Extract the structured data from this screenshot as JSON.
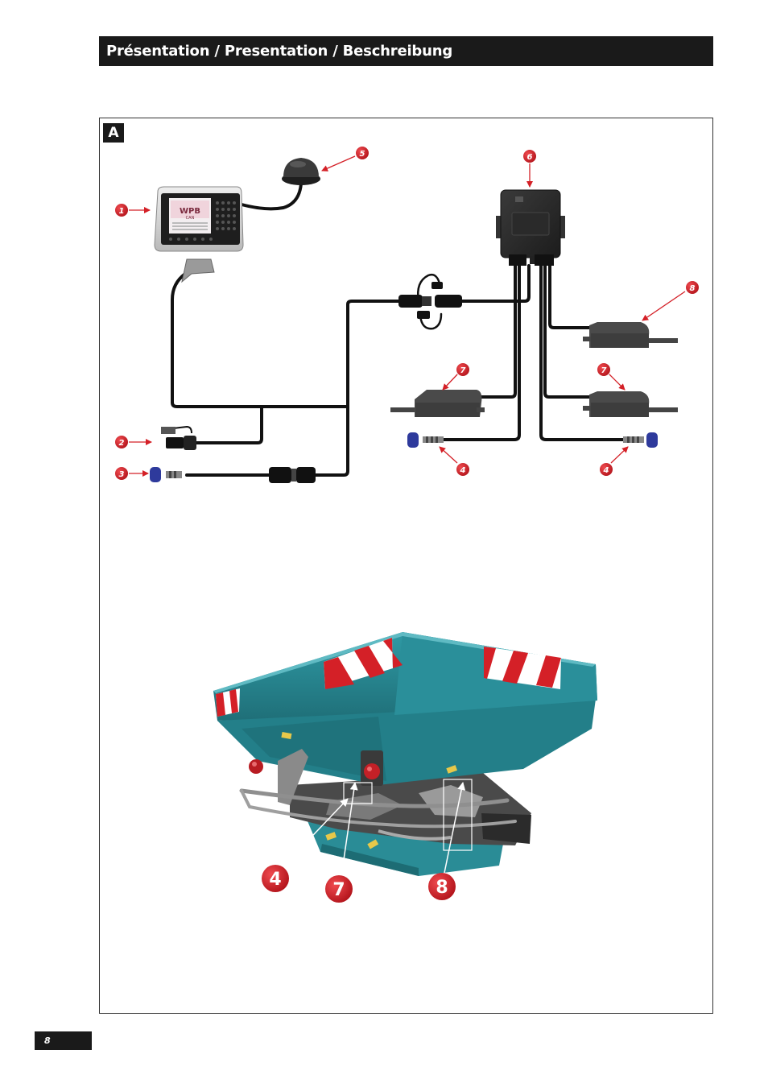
{
  "header": {
    "title": "Présentation / Presentation / Beschreibung"
  },
  "figure": {
    "letter": "A",
    "display_screen": {
      "brand_text": "WPB",
      "sub_text": "CAN"
    },
    "callouts": [
      {
        "id": "callout-1",
        "label": "1"
      },
      {
        "id": "callout-2",
        "label": "2"
      },
      {
        "id": "callout-3",
        "label": "3"
      },
      {
        "id": "callout-4a",
        "label": "4"
      },
      {
        "id": "callout-4b",
        "label": "4"
      },
      {
        "id": "callout-5",
        "label": "5"
      },
      {
        "id": "callout-6",
        "label": "6"
      },
      {
        "id": "callout-7a",
        "label": "7"
      },
      {
        "id": "callout-7b",
        "label": "7"
      },
      {
        "id": "callout-8",
        "label": "8"
      }
    ],
    "photo_callouts": [
      {
        "id": "photo-callout-4",
        "label": "4"
      },
      {
        "id": "photo-callout-7",
        "label": "7"
      },
      {
        "id": "photo-callout-8",
        "label": "8"
      }
    ],
    "colors": {
      "spreader_body": "#2a8c96",
      "callout_red": "#d42027",
      "sensor_blue": "#2e3a9c"
    }
  },
  "footer": {
    "page_number": "8"
  }
}
